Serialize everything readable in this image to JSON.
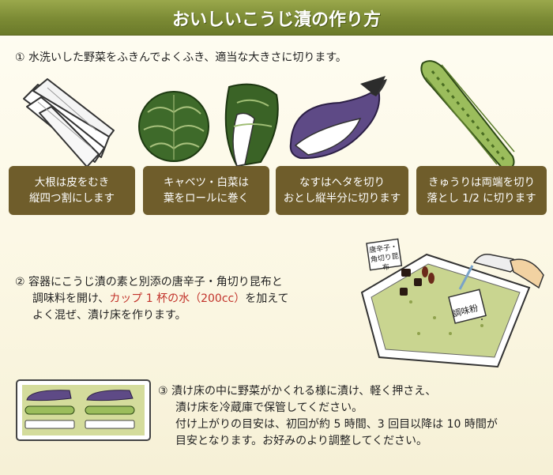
{
  "title": "おいしいこうじ漬の作り方",
  "step1": {
    "text": "① 水洗いした野菜をふきんでよくふき、適当な大きさに切ります。",
    "captions": [
      {
        "line1": "大根は皮をむき",
        "line2": "縦四つ割にします"
      },
      {
        "line1": "キャベツ・白菜は",
        "line2": "葉をロールに巻く"
      },
      {
        "line1": "なすはヘタを切り",
        "line2": "おとし縦半分に切ります"
      },
      {
        "line1": "きゅうりは両端を切り",
        "line2": "落とし 1/2 に切ります"
      }
    ]
  },
  "step2": {
    "line1": "② 容器にこうじ漬の素と別添の唐辛子・角切り昆布と",
    "line2a": "調味料を開け、",
    "line2red": "カップ 1 杯の水（200cc）",
    "line2b": "を加えて",
    "line3": "よく混ぜ、漬け床を作ります。",
    "label_seasoning": "調味粉",
    "label_pepper_1": "唐辛子・",
    "label_pepper_2": "角切り昆布"
  },
  "step3": {
    "line1": "③ 漬け床の中に野菜がかくれる様に漬け、軽く押さえ、",
    "line2": "漬け床を冷蔵庫で保管してください。",
    "line3": "付け上がりの目安は、初回が約 5 時間、3 回目以降は 10 時間が",
    "line4": "目安となります。お好みのより調整してください。"
  },
  "colors": {
    "title_bar": "#7b8a34",
    "caption_bg": "#6f5d2b",
    "highlight": "#c2332b",
    "background": "#fbf7e3"
  }
}
